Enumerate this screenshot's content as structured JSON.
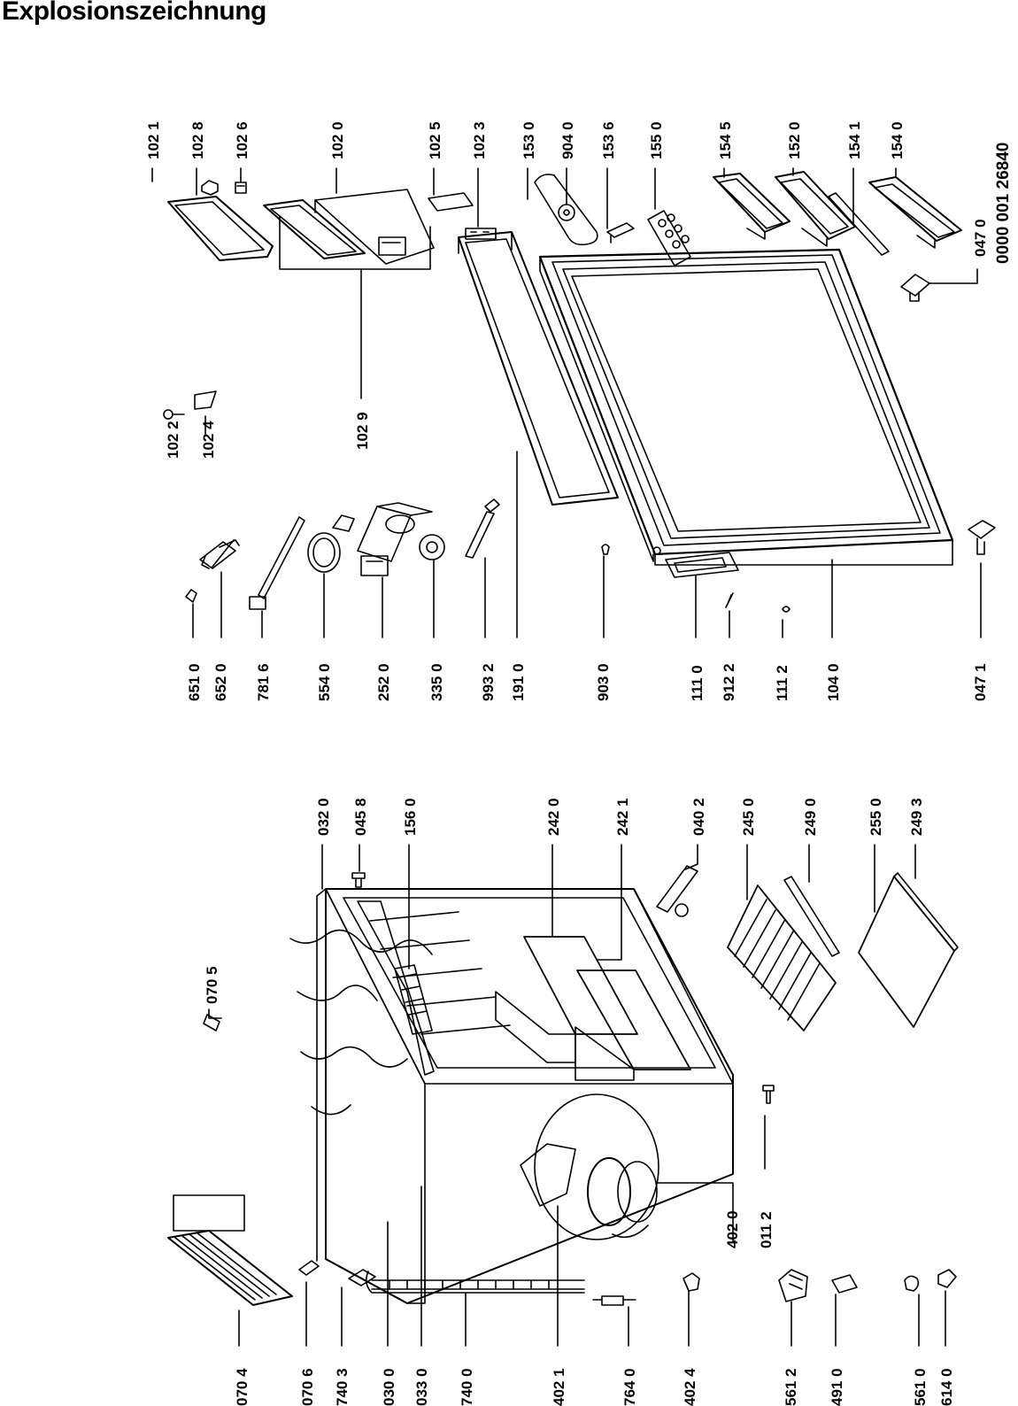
{
  "title": "Explosionszeichnung",
  "document_number": "0000 001 26840",
  "labels": {
    "l1021": "102 1",
    "l1028": "102 8",
    "l1026": "102 6",
    "l1020": "102 0",
    "l1025": "102 5",
    "l1023": "102 3",
    "l1530": "153 0",
    "l9040": "904 0",
    "l1536": "153 6",
    "l1550": "155 0",
    "l1545": "154 5",
    "l1520": "152 0",
    "l1541": "154 1",
    "l1540": "154 0",
    "l0470": "047 0",
    "l1022": "102 2",
    "l1024": "102 4",
    "l1029": "102 9",
    "l6510": "651 0",
    "l6520": "652 0",
    "l7816": "781 6",
    "l5540": "554 0",
    "l2520": "252 0",
    "l3350": "335 0",
    "l9932": "993 2",
    "l1910": "191 0",
    "l9030": "903 0",
    "l1110": "111 0",
    "l9122": "912 2",
    "l1112": "111 2",
    "l1040": "104 0",
    "l0471": "047 1",
    "l0705": "070 5",
    "l0320": "032 0",
    "l0458": "045 8",
    "l1560": "156 0",
    "l2420": "242 0",
    "l2421": "242 1",
    "l0402": "040 2",
    "l2450": "245 0",
    "l2490": "249 0",
    "l2550": "255 0",
    "l2493": "249 3",
    "l4020": "402 0",
    "l0112": "011 2",
    "l0704": "070 4",
    "l0706": "070 6",
    "l7403": "740 3",
    "l0300": "030 0",
    "l0330": "033 0",
    "l7400": "740 0",
    "l4021": "402 1",
    "l7640": "764 0",
    "l4024": "402 4",
    "l5612": "561 2",
    "l4910": "491 0",
    "l5610": "561 0",
    "l6140": "614 0"
  }
}
